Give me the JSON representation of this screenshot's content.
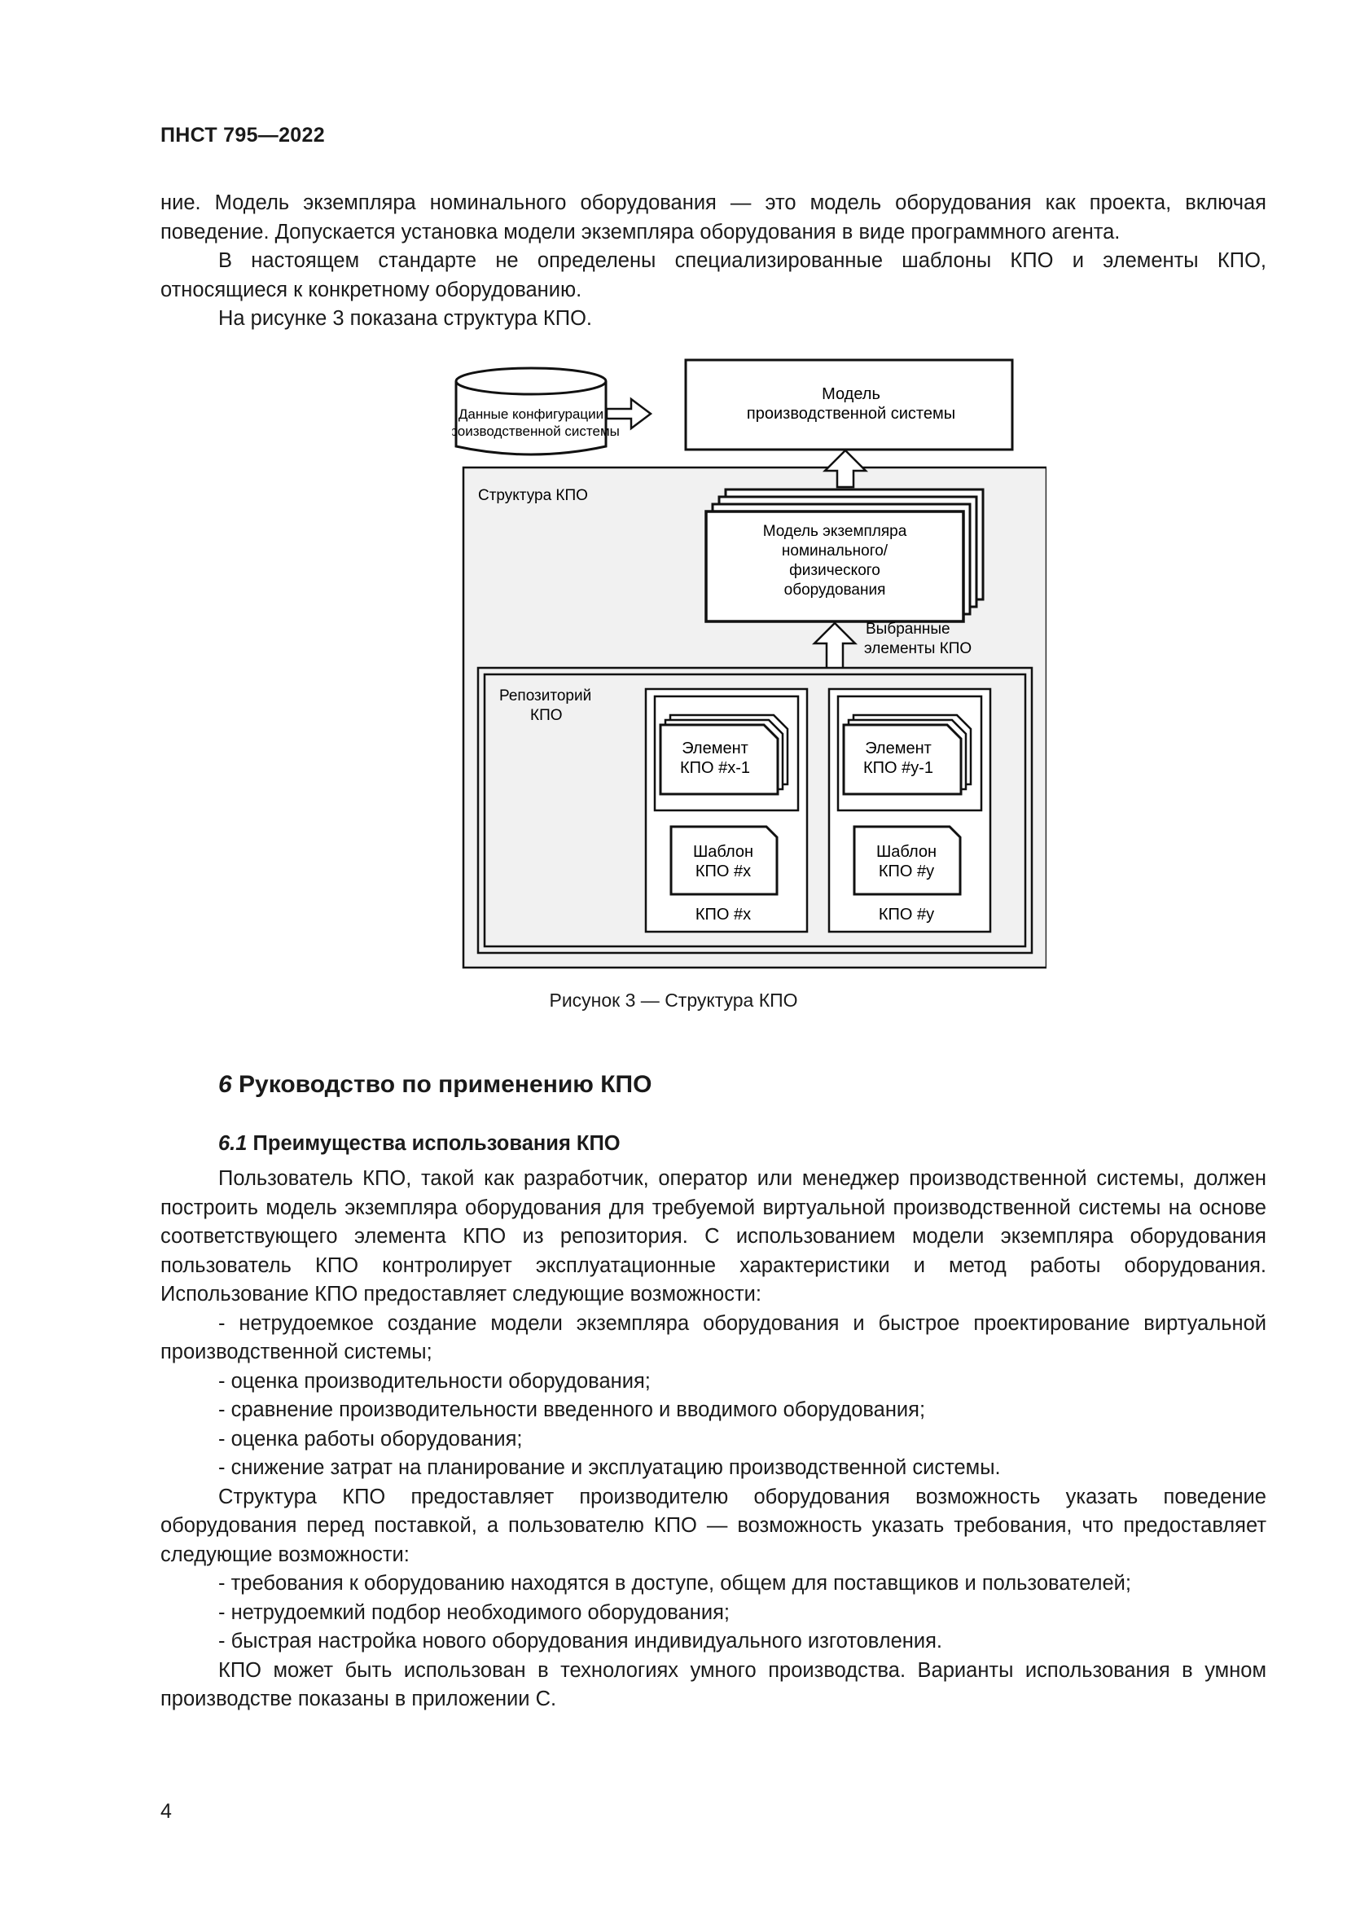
{
  "header": {
    "doc_id": "ПНСТ 795—2022"
  },
  "top_paragraphs": [
    {
      "text": "ние. Модель экземпляра номинального оборудования — это модель оборудования как проекта, включая поведение. Допускается установка модели экземпляра оборудования в виде программного агента.",
      "indent": false
    },
    {
      "text": "В настоящем стандарте не определены специализированные шаблоны КПО и элементы КПО, относящиеся к конкретному оборудованию.",
      "indent": true
    },
    {
      "text": "На рисунке 3 показана структура КПО.",
      "indent": true
    }
  ],
  "figure": {
    "config_data": [
      "Данные конфигурации",
      "производственной системы"
    ],
    "system_model": [
      "Модель",
      "производственной системы"
    ],
    "structure_label": "Структура КПО",
    "instance_model": [
      "Модель экземпляра",
      "номинального/",
      "физического",
      "оборудования"
    ],
    "selected_elements": [
      "Выбранные",
      "элементы КПО"
    ],
    "repository": [
      "Репозиторий",
      "КПО"
    ],
    "element_x": [
      "Элемент",
      "КПО #x-1"
    ],
    "template_x": [
      "Шаблон",
      "КПО #x"
    ],
    "kpo_x": "КПО #x",
    "element_y": [
      "Элемент",
      "КПО #y-1"
    ],
    "template_y": [
      "Шаблон",
      "КПО #y"
    ],
    "kpo_y": "КПО #y"
  },
  "caption": "Рисунок 3 — Структура КПО",
  "section": {
    "number": "6",
    "title": "Руководство по применению КПО"
  },
  "subsection": {
    "number": "6.1",
    "title": "Преимущества использования КПО"
  },
  "body_paragraphs": [
    {
      "text": "Пользователь КПО, такой как разработчик, оператор или менеджер производственной системы, должен построить модель экземпляра оборудования для требуемой виртуальной производственной системы на основе соответствующего элемента КПО из репозитория. С использованием модели экземпляра оборудования пользователь КПО контролирует эксплуатационные характеристики и метод работы оборудования. Использование КПО предоставляет следующие возможности:",
      "indent": true
    },
    {
      "text": "- нетрудоемкое создание модели экземпляра оборудования и быстрое проектирование виртуальной производственной системы;",
      "indent": true
    },
    {
      "text": "- оценка производительности оборудования;",
      "indent": true
    },
    {
      "text": "- сравнение производительности введенного и вводимого оборудования;",
      "indent": true
    },
    {
      "text": "- оценка работы оборудования;",
      "indent": true
    },
    {
      "text": "- снижение затрат на планирование и эксплуатацию производственной системы.",
      "indent": true
    },
    {
      "text": "Структура КПО предоставляет производителю оборудования возможность указать поведение оборудования перед поставкой, а пользователю КПО — возможность указать требования, что предоставляет следующие возможности:",
      "indent": true
    },
    {
      "text": "- требования к оборудованию находятся в доступе, общем для поставщиков и пользователей;",
      "indent": true
    },
    {
      "text": "- нетрудоемкий подбор необходимого оборудования;",
      "indent": true
    },
    {
      "text": "- быстрая настройка нового оборудования индивидуального изготовления.",
      "indent": true
    },
    {
      "text": "КПО может быть использован в технологиях умного производства. Варианты использования в умном производстве показаны в приложении С.",
      "indent": true
    }
  ],
  "page_number": "4"
}
